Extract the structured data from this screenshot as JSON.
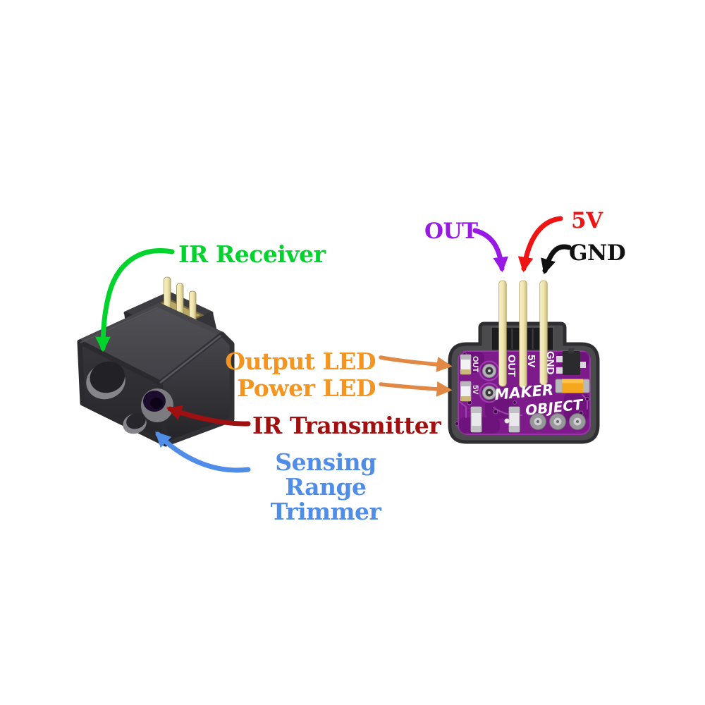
{
  "figure": {
    "description": "Annotated diagram of an infrared proximity sensor module: 3D sensor head on the left, purple breakout PCB (back side) on the right",
    "background_color": "#ffffff"
  },
  "callouts": {
    "ir_receiver": {
      "label": "IR Receiver",
      "color": "#00d42c"
    },
    "output_led": {
      "label": "Output LED",
      "color": "#f5941f"
    },
    "power_led": {
      "label": "Power LED",
      "color": "#f5941f"
    },
    "ir_transmitter": {
      "label": "IR Transmitter",
      "color": "#a01010"
    },
    "sensing_range_trimmer": {
      "label_line1": "Sensing Range",
      "label_line2": "Trimmer",
      "color": "#4f8de9"
    },
    "out_pin": {
      "label": "OUT",
      "color": "#9719e3"
    },
    "five_v_pin": {
      "label": "5V",
      "color": "#ee1414"
    },
    "gnd_pin": {
      "label": "GND",
      "color": "#111111"
    }
  },
  "pcb": {
    "silkscreen_pin_labels": [
      "OUT",
      "5V",
      "GND"
    ],
    "silkscreen_led_labels": [
      "OUT",
      "5V"
    ],
    "brand_line1": "MAKER",
    "brand_line2": "OBJECT",
    "board_color": "#7d1b8a",
    "pin_color": "#efe5ad",
    "casing_color": "#4b4b4e",
    "capacitor_color": "#f6a81c"
  }
}
